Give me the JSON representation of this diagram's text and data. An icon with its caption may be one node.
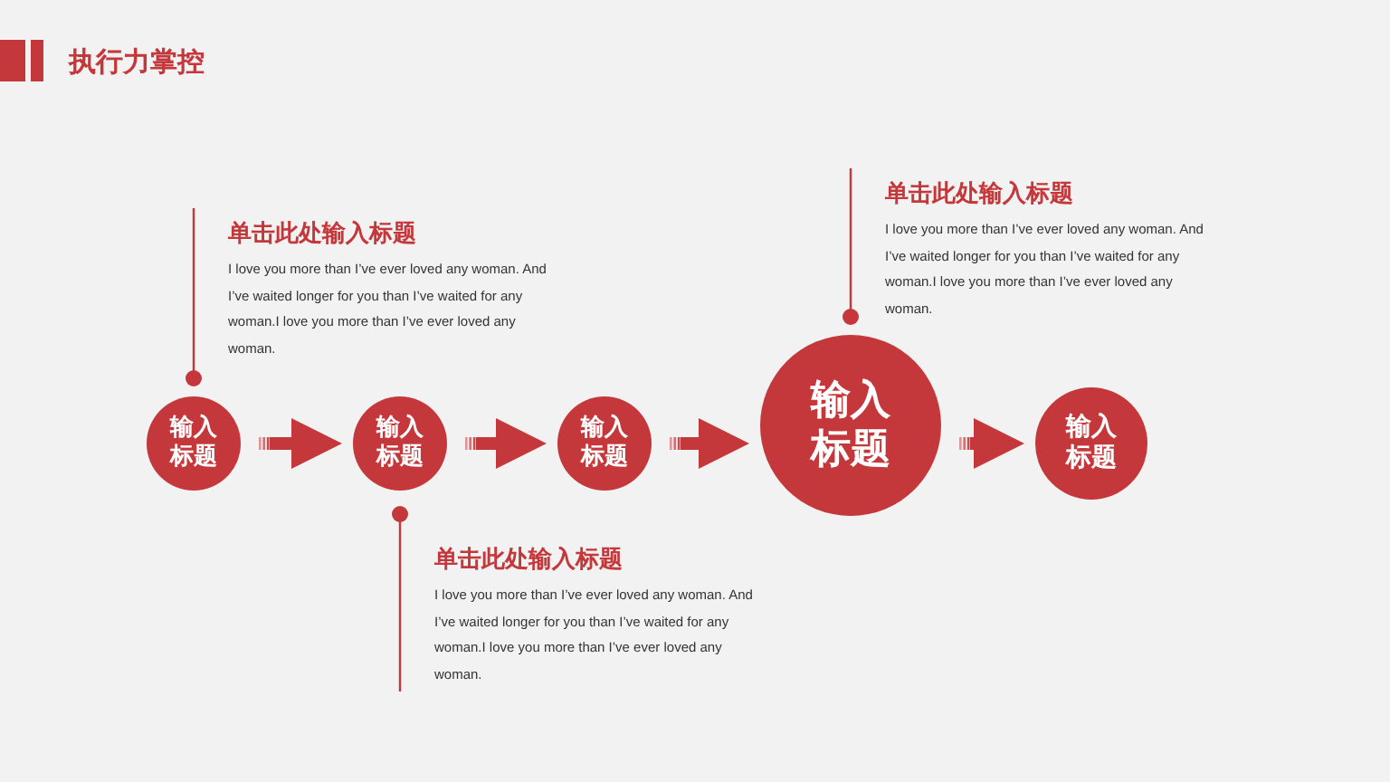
{
  "diagram": {
    "title": "执行力掌控",
    "nodes": [
      {
        "text": [
          "输入标题"
        ]
      },
      {
        "text": [
          "输入标题"
        ]
      },
      {
        "text": [
          "输入标题"
        ]
      },
      {
        "text": [
          "输入标题"
        ]
      },
      {
        "text": [
          "输入标题"
        ]
      },
      {
        "text": [
          "单击此处输入标题",
          "I love you more than I’ve ever  loved any woman. And I’ve waited longer for you than I’ve waited for any woman.I love you more than I’ve ever  loved any woman."
        ]
      },
      {
        "text": [
          "单击此处输入标题",
          "I love you more than I’ve ever  loved any woman. And I’ve waited longer for you than I’ve waited for any woman.I love you more than I’ve ever  loved any woman."
        ]
      },
      {
        "text": [
          "单击此处输入标题",
          "I love you more than I’ve ever  loved any woman. And I’ve waited longer for you than I’ve waited for any woman.I love you more than I’ve ever  loved any woman."
        ]
      }
    ],
    "edges": [
      {
        "from": 0,
        "to": 1,
        "arrow": "to"
      },
      {
        "from": 1,
        "to": 2,
        "arrow": "to"
      },
      {
        "from": 2,
        "to": 3,
        "arrow": "to"
      },
      {
        "from": 3,
        "to": 4,
        "arrow": "to"
      },
      {
        "from": 5,
        "to": 0,
        "arrow": "other"
      },
      {
        "from": 6,
        "to": 1,
        "arrow": "other"
      },
      {
        "from": 7,
        "to": 3,
        "arrow": "other"
      }
    ]
  }
}
